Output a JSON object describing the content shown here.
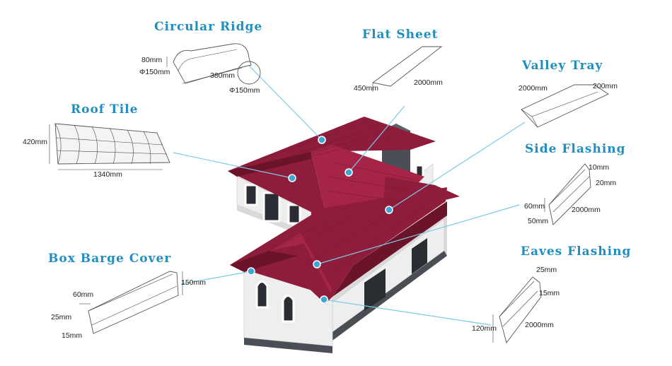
{
  "products": {
    "circular_ridge": {
      "title": "Circular Ridge",
      "height": "80mm",
      "dia": "Φ150mm",
      "length": "380mm",
      "section_dia": "Φ150mm"
    },
    "flat_sheet": {
      "title": "Flat Sheet",
      "width": "450mm",
      "length": "2000mm"
    },
    "valley_tray": {
      "title": "Valley Tray",
      "length": "2000mm",
      "width": "200mm"
    },
    "roof_tile": {
      "title": "Roof Tile",
      "height": "420mm",
      "width": "1340mm"
    },
    "side_flashing": {
      "title": "Side Flashing",
      "top": "10mm",
      "side": "20mm",
      "height": "60mm",
      "length": "2000mm",
      "base": "50mm"
    },
    "box_barge_cover": {
      "title": "Box Barge Cover",
      "top": "60mm",
      "height": "150mm",
      "mid": "25mm",
      "bottom": "15mm"
    },
    "eaves_flashing": {
      "title": "Eaves Flashing",
      "top": "25mm",
      "mid": "15mm",
      "height": "120mm",
      "length": "2000mm"
    }
  },
  "colors": {
    "title": "#1f8fbf",
    "roof": "#8e1d3b",
    "callout": "#7ccbe6",
    "dot": "#3ea6d3"
  }
}
